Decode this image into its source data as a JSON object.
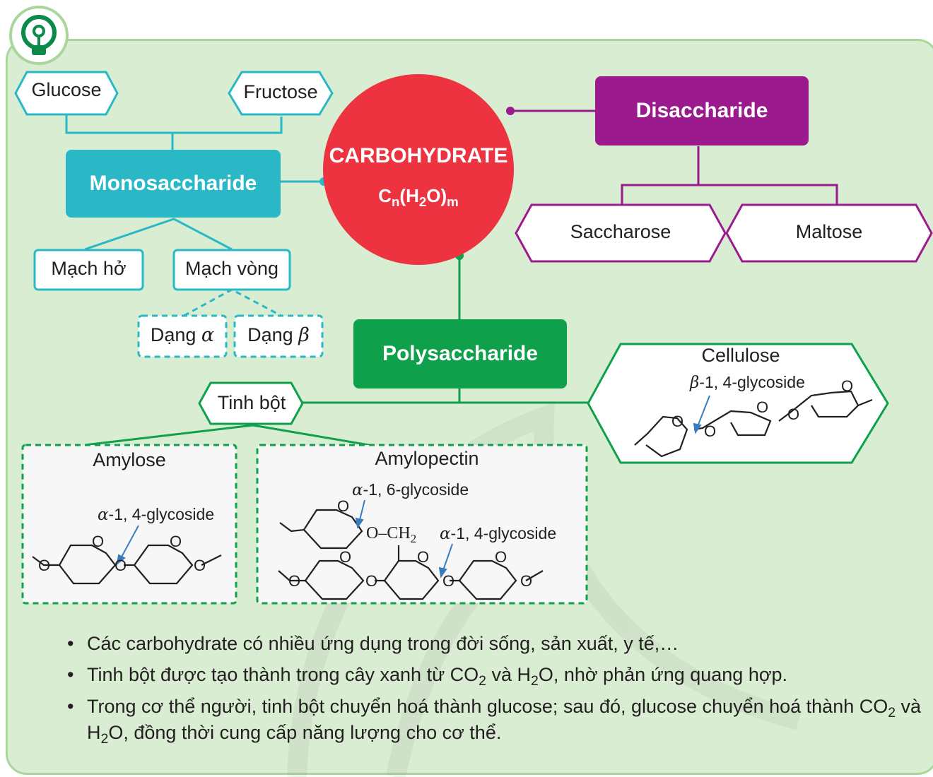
{
  "center": {
    "title": "CARBOHYDRATE",
    "formula_c": "C",
    "formula_n": "n",
    "formula_open": "(H",
    "formula_2": "2",
    "formula_o": "O)",
    "formula_m": "m"
  },
  "mono": {
    "title": "Monosaccharide",
    "items": [
      "Glucose",
      "Fructose"
    ],
    "chains": [
      "Mạch hở",
      "Mạch vòng"
    ],
    "forms": [
      {
        "prefix": "Dạng ",
        "symbol": "α"
      },
      {
        "prefix": "Dạng ",
        "symbol": "β"
      }
    ]
  },
  "di": {
    "title": "Disaccharide",
    "items": [
      "Saccharose",
      "Maltose"
    ]
  },
  "poly": {
    "title": "Polysaccharide",
    "starch": "Tinh bột",
    "amylose": {
      "title": "Amylose",
      "bond_symbol": "α",
      "bond_text": "-1, 4-glycoside"
    },
    "amylopectin": {
      "title": "Amylopectin",
      "bond1_symbol": "α",
      "bond1_text": "-1, 6-glycoside",
      "bond2_symbol": "α",
      "bond2_text": "-1, 4-glycoside",
      "ch2": "O–CH",
      "ch2_sub": "2"
    },
    "cellulose": {
      "title": "Cellulose",
      "bond_symbol": "β",
      "bond_text": "-1, 4-glycoside"
    }
  },
  "ring_o": "O",
  "bullets": [
    {
      "a": "Các carbohydrate có nhiều ứng dụng trong đời sống, sản xuất, y tế,…"
    },
    {
      "a": "Tinh bột được tạo thành trong cây xanh từ CO",
      "s1": "2",
      "b": " và H",
      "s2": "2",
      "c": "O, nhờ phản ứng quang hợp."
    },
    {
      "a": "Trong cơ thể người, tinh bột chuyển hoá thành glucose; sau đó, glucose chuyển hoá thành CO",
      "s1": "2",
      "b": " và H",
      "s2": "2",
      "c": "O, đồng thời cung cấp năng lượng cho cơ thể."
    }
  ],
  "bullet_char": "•",
  "colors": {
    "mono": "#2ab7c6",
    "di": "#9b1b8e",
    "poly": "#0ea04b",
    "center": "#ee3340",
    "panel": "#d9edd2",
    "icon": "#0b8a4a"
  }
}
